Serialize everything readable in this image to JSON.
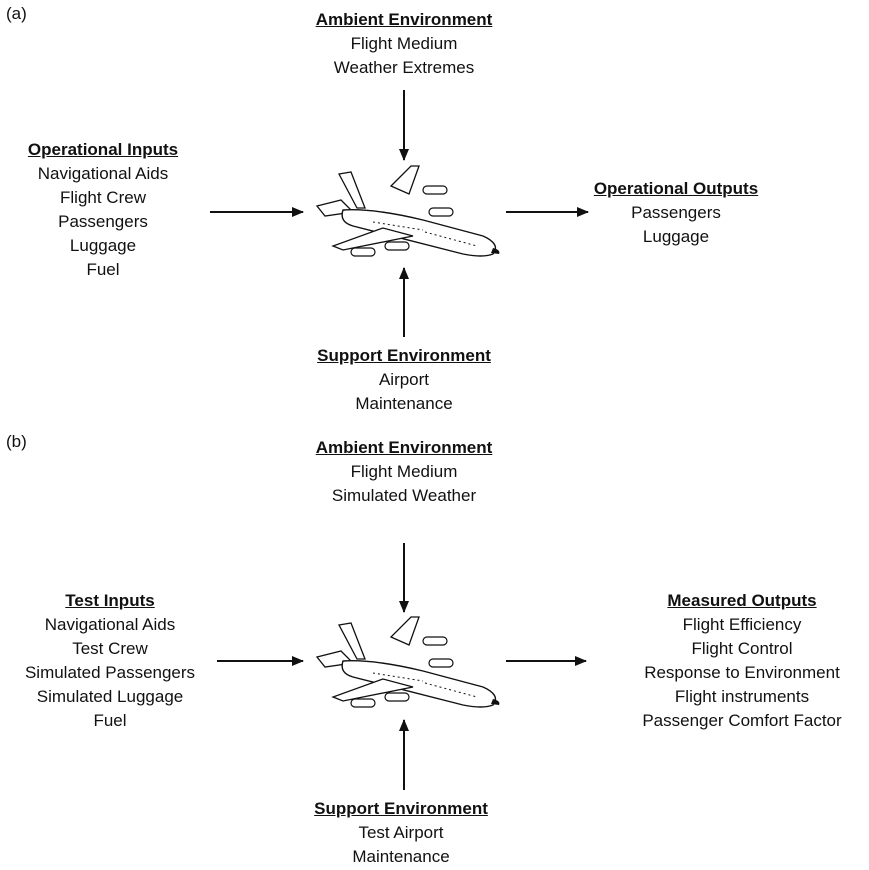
{
  "panels": [
    {
      "label": "(a)",
      "top": {
        "title": "Ambient Environment",
        "items": [
          "Flight Medium",
          "Weather Extremes"
        ]
      },
      "left": {
        "title": "Operational Inputs",
        "items": [
          "Navigational Aids",
          "Flight Crew",
          "Passengers",
          "Luggage",
          "Fuel"
        ]
      },
      "right": {
        "title": "Operational Outputs",
        "items": [
          "Passengers",
          "Luggage"
        ]
      },
      "bottom": {
        "title": "Support Environment",
        "items": [
          "Airport",
          "Maintenance"
        ]
      }
    },
    {
      "label": "(b)",
      "top": {
        "title": "Ambient Environment",
        "items": [
          "Flight Medium",
          "Simulated Weather"
        ]
      },
      "left": {
        "title": "Test Inputs",
        "items": [
          "Navigational Aids",
          "Test Crew",
          "Simulated Passengers",
          "Simulated Luggage",
          "Fuel"
        ]
      },
      "right": {
        "title": "Measured Outputs",
        "items": [
          "Flight Efficiency",
          "Flight Control",
          "Response to Environment",
          "Flight instruments",
          "Passenger Comfort Factor"
        ]
      },
      "bottom": {
        "title": "Support Environment",
        "items": [
          "Test Airport",
          "Maintenance"
        ]
      }
    }
  ]
}
